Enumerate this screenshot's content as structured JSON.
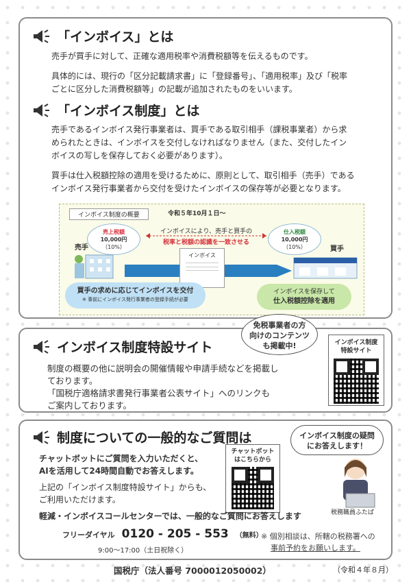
{
  "invoice": {
    "title": "「インボイス」とは",
    "p1": "売手が買手に対して、正確な適用税率や消費税額等を伝えるものです。",
    "p2a": "具体的には、現行の「区分記載請求書」に「登録番号」、「適用税率」及び「税率",
    "p2b": "ごとに区分した消費税額等」の記載が追加されたものをいいます。"
  },
  "system": {
    "title": "「インボイス制度」とは",
    "p1a": "売手であるインボイス発行事業者は、買手である取引相手（課税事業者）から求",
    "p1b": "められたときは、インボイスを交付しなければなりません（また、交付したイン",
    "p1c": "ボイスの写しを保存しておく必要があります）。",
    "p2a": "買手は仕入税額控除の適用を受けるために、原則として、取引相手（売手）である",
    "p2b": "インボイス発行事業者から交付を受けたインボイスの保存等が必要となります。"
  },
  "diagram": {
    "label": "インボイス制度の概要",
    "date": "令和５年10月１日～",
    "sales_tax_label": "売上税額",
    "sales_amount": "10,000円",
    "sales_rate": "（10%）",
    "purchase_tax_label": "仕入税額",
    "purchase_amount": "10,000円",
    "purchase_rate": "（10%）",
    "center_line1": "インボイスにより、売手と買手の",
    "center_line2": "税率と税額の認識を一致させる",
    "seller": "売手",
    "buyer": "買手",
    "doc_label": "インボイス",
    "left_pill1": "買手の求めに応じてインボイスを交付",
    "left_pill2": "※ 事前にインボイス発行事業者の登録手続が必要",
    "right_pill1": "インボイスを保存して",
    "right_pill2": "仕入税額控除を適用"
  },
  "site": {
    "title": "インボイス制度特設サイト",
    "speech1": "免税事業者の方",
    "speech2": "向けのコンテンツ",
    "speech3": "も掲載中!",
    "p1a": "制度の概要の他に説明会の開催情報や申請手続などを掲載し",
    "p1b": "ております。",
    "p2a": "「国税庁適格請求書発行事業者公表サイト」へのリンクも",
    "p2b": "ご案内しております。",
    "qr_label1": "インボイス制度",
    "qr_label2": "特設サイト"
  },
  "faq": {
    "title": "制度についての一般的なご質問は",
    "speech1": "インボイス制度の疑問",
    "speech2": "にお答えします！",
    "p1a": "チャットボットにご質問を入力いただくと、",
    "p1b": "AIを活用して24時間自動でお答えします。",
    "p2a": "上記の「インボイス制度特設サイト」からも、",
    "p2b": "ご利用いただけます。",
    "qr_label1": "チャットボット",
    "qr_label2": "はこちらから",
    "staff": "税務職員ふたば",
    "callcenter": "軽減・インボイスコールセンターでは、一般的なご質問にお答えします",
    "freedial_label": "フリーダイヤル",
    "freedial_number": "0120 - 205 - 553",
    "freedial_note": "（無料）",
    "hours": "9:00～17:00（土日祝除く）",
    "note1": "※ 個別相談は、所轄の税務署への",
    "note2": "事前予約をお願いします。"
  },
  "footer": {
    "agency": "国税庁（法人番号 7000012050002）",
    "date": "（令和４年８月）"
  },
  "colors": {
    "red": "#d6313b",
    "green": "#2e8b3e",
    "blue": "#1a5ea8"
  }
}
